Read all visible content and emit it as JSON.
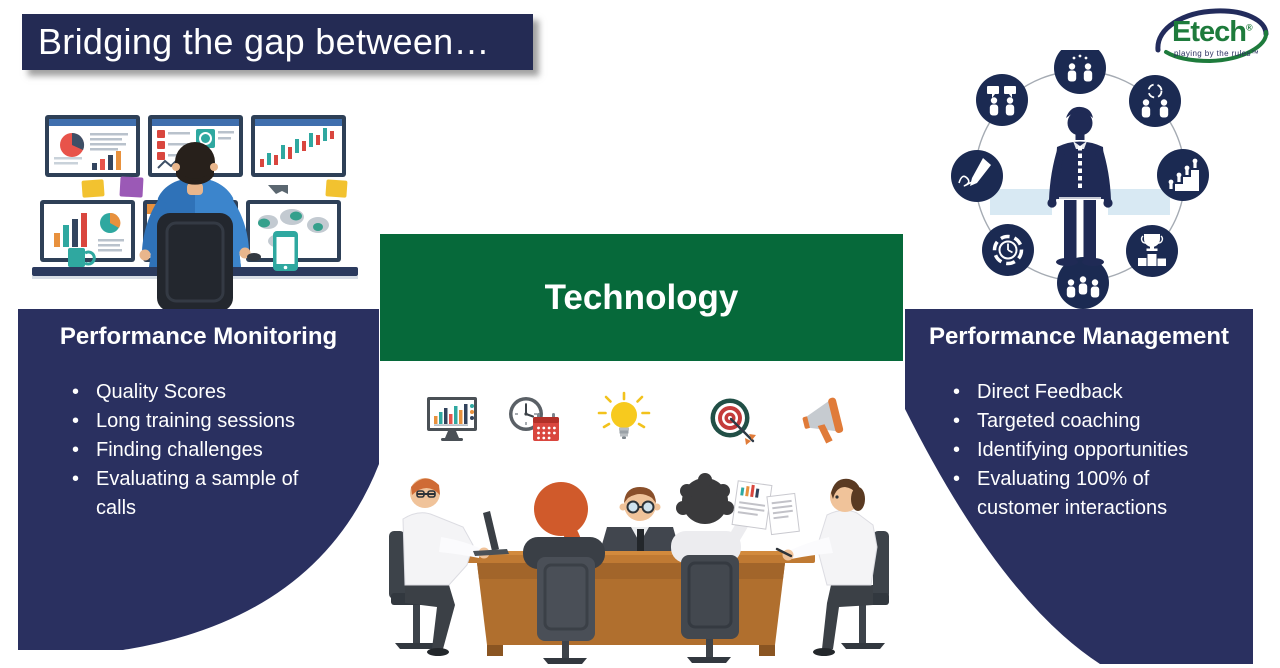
{
  "title": "Bridging the gap between…",
  "logo": {
    "brand": "Etech",
    "registered": "®",
    "tagline": "playing by the rules™"
  },
  "left_panel": {
    "heading": "Performance Monitoring",
    "bullets": [
      "Quality Scores",
      "Long training sessions",
      "Finding challenges",
      "Evaluating a sample of calls"
    ]
  },
  "right_panel": {
    "heading": "Performance Management",
    "bullets": [
      "Direct Feedback",
      "Targeted coaching",
      "Identifying opportunities",
      "Evaluating 100% of customer interactions"
    ]
  },
  "center": {
    "banner_label": "Technology",
    "icons": [
      "dashboard-monitor-icon",
      "clock-calendar-icon",
      "lightbulb-icon",
      "target-arrow-icon",
      "megaphone-icon"
    ],
    "illustration": "team-meeting-around-table"
  },
  "illustrations": {
    "left": "analyst-watching-six-dashboard-monitors",
    "right": "manager-in-circle-of-performance-icons"
  },
  "colors": {
    "title_navy": "#242b54",
    "panel_navy": "#2a3060",
    "green_banner": "#06693a",
    "logo_green": "#1e7b3c",
    "light_blue": "#d8e9f3",
    "table_brown": "#b06f2e"
  }
}
